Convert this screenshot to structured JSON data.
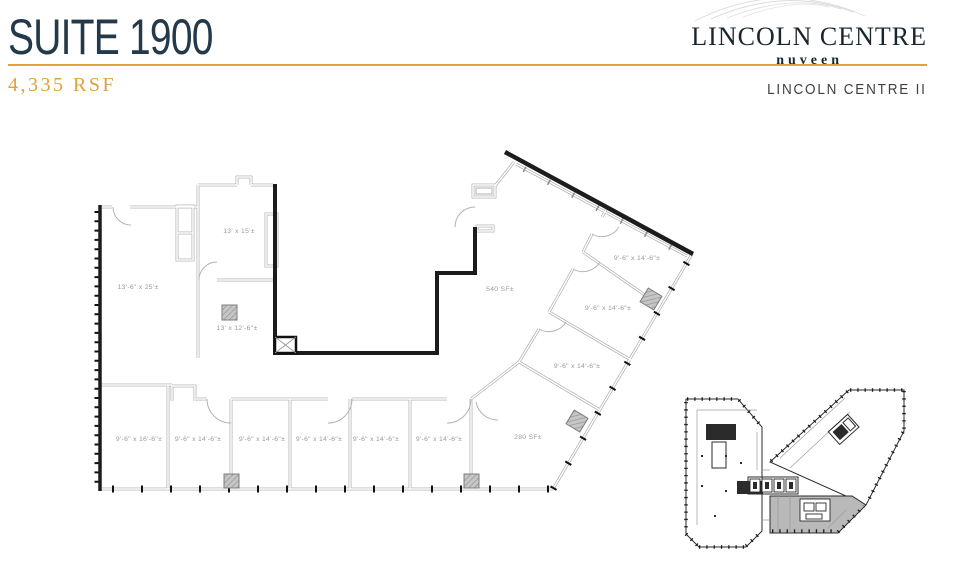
{
  "header": {
    "suite_title": "SUITE 1900",
    "rsf": "4,335 RSF",
    "brand_name": "LINCOLN CENTRE",
    "brand_sub": "nuveen",
    "building_name": "LINCOLN CENTRE II"
  },
  "floor_plan": {
    "rooms": [
      {
        "name": "room-13x15",
        "label": "13' x 15'±"
      },
      {
        "name": "open-area-13-6x25",
        "label": "13'-6\" x 25'±"
      },
      {
        "name": "room-13x12-6",
        "label": "13' x 12'-6\"±"
      },
      {
        "name": "open-area-540sf",
        "label": "540 SF±"
      },
      {
        "name": "office-1",
        "label": "9'-6\" x 16'-6\"±"
      },
      {
        "name": "office-2",
        "label": "9'-6\" x 14'-6\"±"
      },
      {
        "name": "office-3",
        "label": "9'-6\" x 14'-6\"±"
      },
      {
        "name": "office-4",
        "label": "9'-6\" x 14'-6\"±"
      },
      {
        "name": "office-5",
        "label": "9'-6\" x 14'-6\"±"
      },
      {
        "name": "office-6",
        "label": "9'-6\" x 14'-6\"±"
      },
      {
        "name": "open-area-280sf",
        "label": "280 SF±"
      },
      {
        "name": "angled-office-1",
        "label": "9'-6\" x 14'-6\"±"
      },
      {
        "name": "angled-office-2",
        "label": "9'-6\" x 14'-6\"±"
      },
      {
        "name": "angled-office-3",
        "label": "9'-6\" x 14'-6\"±"
      }
    ],
    "colors": {
      "accent_gold": "#e0a33c",
      "title_navy": "#243a4a",
      "suite_wall_black": "#1c1c1c",
      "partition_gray": "#a9a9a9",
      "label_gray": "#9a9a9a",
      "keyplan_suite_fill": "#b9b9b9"
    }
  }
}
